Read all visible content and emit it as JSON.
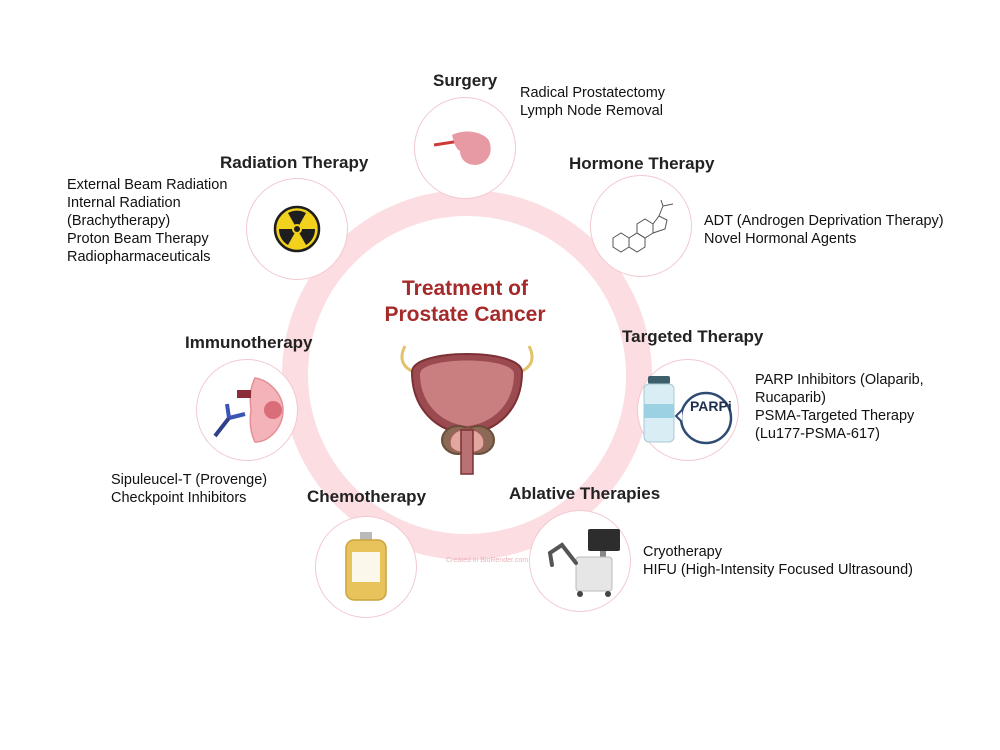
{
  "center_title_line1": "Treatment of",
  "center_title_line2": "Prostate Cancer",
  "watermark": "Created in BioRender.com",
  "colors": {
    "accent": "#a52a2a",
    "ring": "#fbdde2",
    "node_border": "#f2c9cf"
  },
  "treatments": [
    {
      "title": "Surgery",
      "icon": "scalpel-hand-icon",
      "items": [
        "Radical Prostatectomy",
        "Lymph Node Removal"
      ]
    },
    {
      "title": "Hormone Therapy",
      "icon": "molecule-icon",
      "items": [
        "ADT (Androgen Deprivation Therapy)",
        "Novel Hormonal Agents"
      ]
    },
    {
      "title": "Targeted Therapy",
      "icon": "vial-icon",
      "badge": "PARPi",
      "items": [
        "PARP Inhibitors (Olaparib,",
        "Rucaparib)",
        "PSMA-Targeted Therapy",
        "(Lu177-PSMA-617)"
      ]
    },
    {
      "title": "Ablative Therapies",
      "icon": "ultrasound-machine-icon",
      "items": [
        "Cryotherapy",
        "HIFU (High-Intensity Focused Ultrasound)"
      ]
    },
    {
      "title": "Chemotherapy",
      "icon": "iv-bag-icon",
      "items": []
    },
    {
      "title": "Immunotherapy",
      "icon": "antibody-cell-icon",
      "items": [
        "Sipuleucel-T (Provenge)",
        "Checkpoint Inhibitors"
      ]
    },
    {
      "title": "Radiation Therapy",
      "icon": "radiation-icon",
      "items": [
        "External Beam Radiation",
        "Internal Radiation",
        "(Brachytherapy)",
        "Proton Beam Therapy",
        "Radiopharmaceuticals"
      ]
    }
  ]
}
